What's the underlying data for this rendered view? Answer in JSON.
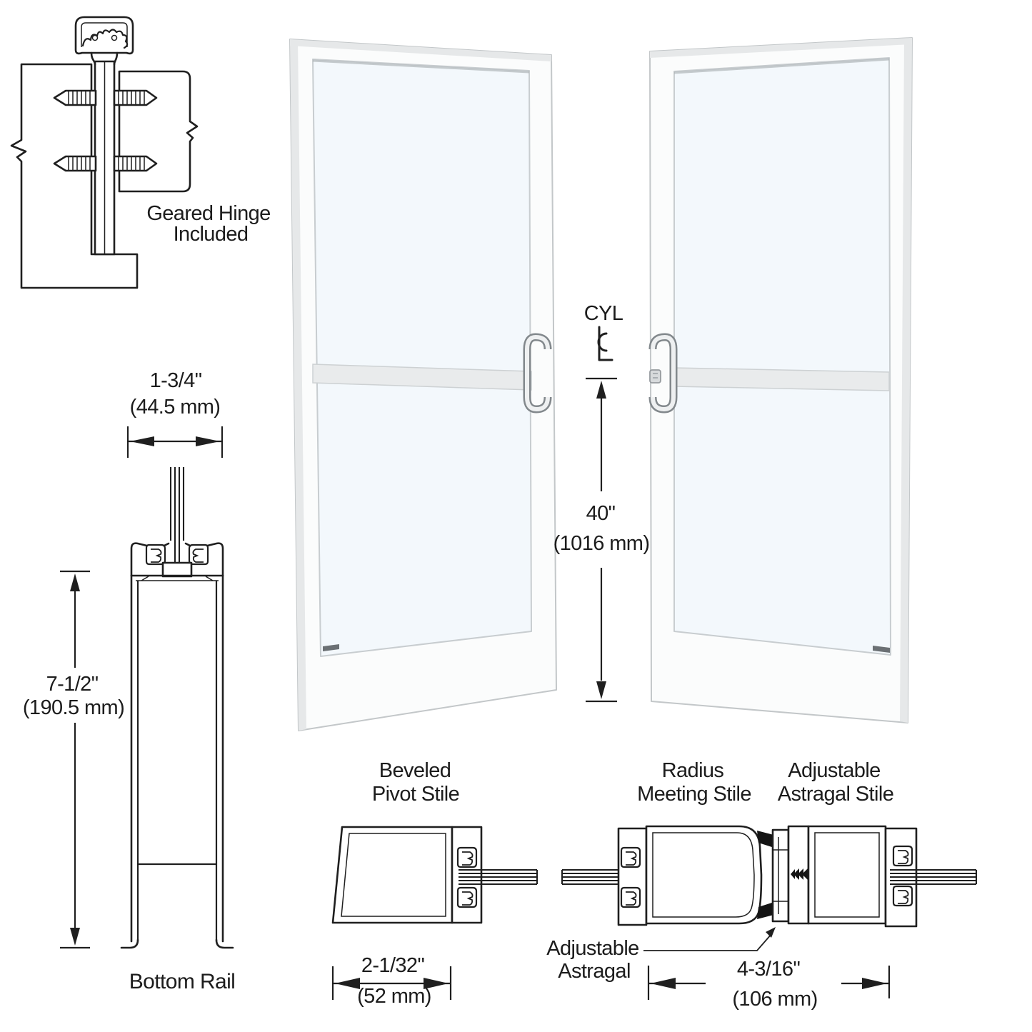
{
  "hinge_detail": {
    "label_line1": "Geared Hinge",
    "label_line2": "Included"
  },
  "bottom_rail_detail": {
    "width_in": "1-3/4\"",
    "width_mm": "(44.5 mm)",
    "height_in": "7-1/2\"",
    "height_mm": "(190.5 mm)",
    "label": "Bottom Rail"
  },
  "door_elevation": {
    "cylinder_label": "CYL",
    "cyl_height_in": "40\"",
    "cyl_height_mm": "(1016 mm)"
  },
  "stile_sections": {
    "pivot": {
      "label_line1": "Beveled",
      "label_line2": "Pivot Stile",
      "width_in": "2-1/32\"",
      "width_mm": "(52 mm)"
    },
    "meeting": {
      "label_line1": "Radius",
      "label_line2": "Meeting Stile"
    },
    "astragal_stile": {
      "label_line1": "Adjustable",
      "label_line2": "Astragal Stile",
      "width_in": "4-3/16\"",
      "width_mm": "(106 mm)"
    },
    "astragal_label": {
      "line1": "Adjustable",
      "line2": "Astragal"
    }
  },
  "icons": {
    "centerline_symbol": "centerline-symbol-icon",
    "geared_hinge_section": "geared-hinge-section-icon",
    "screw": "screw-icon"
  },
  "colors": {
    "line_art": "#1f1f1f",
    "frame_white": "#fbfcfc",
    "door_edge_strip": "#e6e8e9",
    "glass": "#f3f8fc",
    "midrail": "#e9ebec",
    "handle_metal": "#eef0f1",
    "handle_outline": "#82888c",
    "cylinder_gray": "#d7dadc",
    "weep_notch": "#6b7074",
    "black_clip": "#141414"
  }
}
